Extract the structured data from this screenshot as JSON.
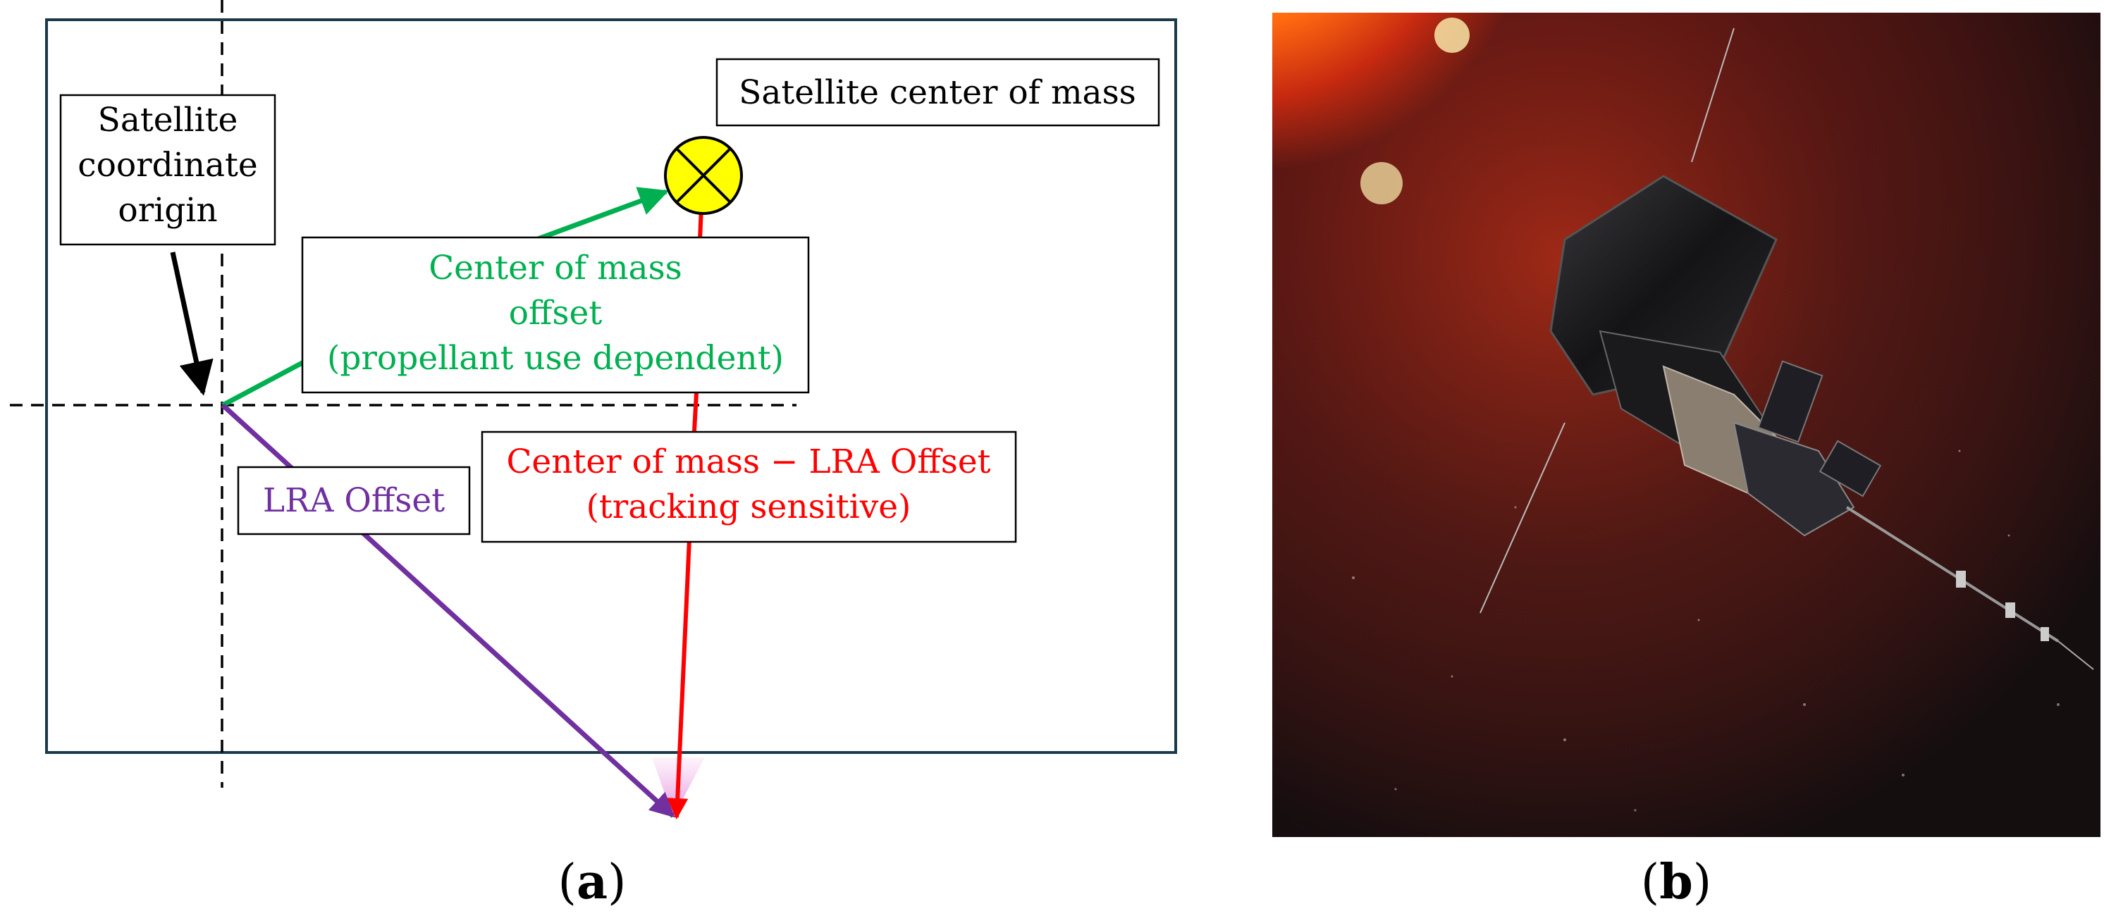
{
  "panel_a": {
    "labels": {
      "com_label": "Satellite center of mass",
      "origin_line1": "Satellite",
      "origin_line2": "coordinate",
      "origin_line3": "origin",
      "com_offset_line1": "Center of mass",
      "com_offset_line2": "offset",
      "com_offset_line3": "(propellant use dependent)",
      "lra_label": "LRA Offset",
      "com_lra_line1": "Center of mass − LRA Offset",
      "com_lra_line2": "(tracking sensitive)"
    },
    "caption": {
      "open": "(",
      "letter": "a",
      "close": ")"
    },
    "colors": {
      "frame": "#1a3a4a",
      "com_offset": "#00b050",
      "lra_offset": "#7030a0",
      "com_lra_offset": "#ff0000",
      "com_marker_fill": "#ffff00",
      "origin_arrow": "#000000"
    }
  },
  "panel_b": {
    "image": "illustration of a spacecraft near the Sun",
    "caption": {
      "open": "(",
      "letter": "b",
      "close": ")"
    }
  }
}
